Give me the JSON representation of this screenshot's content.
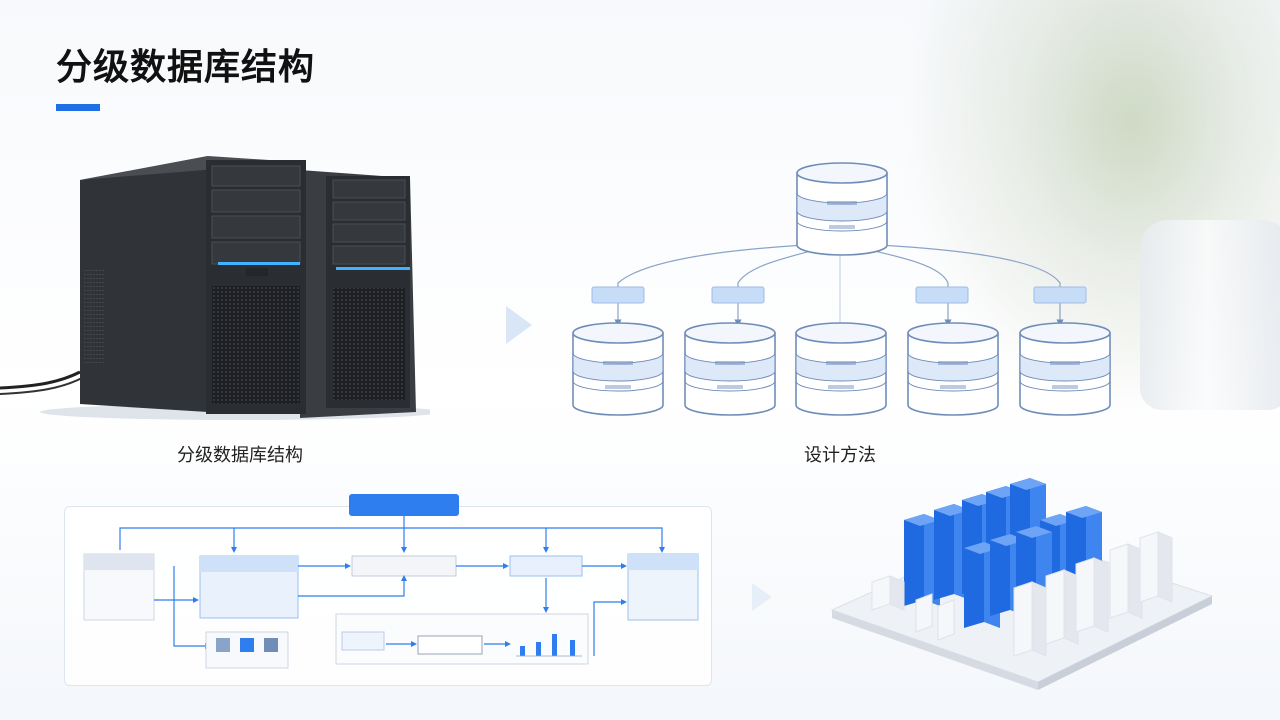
{
  "slide": {
    "title": "分级数据库结构",
    "accent_color": "#1e6fe6"
  },
  "captions": {
    "left": "分级数据库结构",
    "right": "设计方法"
  },
  "illustration_colors": {
    "server": "#2b2e33",
    "server_led": "#3fb3ff",
    "db_outline": "#6f8db8",
    "db_band": "#e4ecf8",
    "label_fill": "#c7dcf6",
    "bar_blue": "#1f6ae0",
    "bar_white": "#f2f4f8"
  },
  "icons": {
    "servers": "server-tower-icon",
    "db_tree": "database-cylinder-icon",
    "bars": "3d-bar-chart-icon"
  }
}
